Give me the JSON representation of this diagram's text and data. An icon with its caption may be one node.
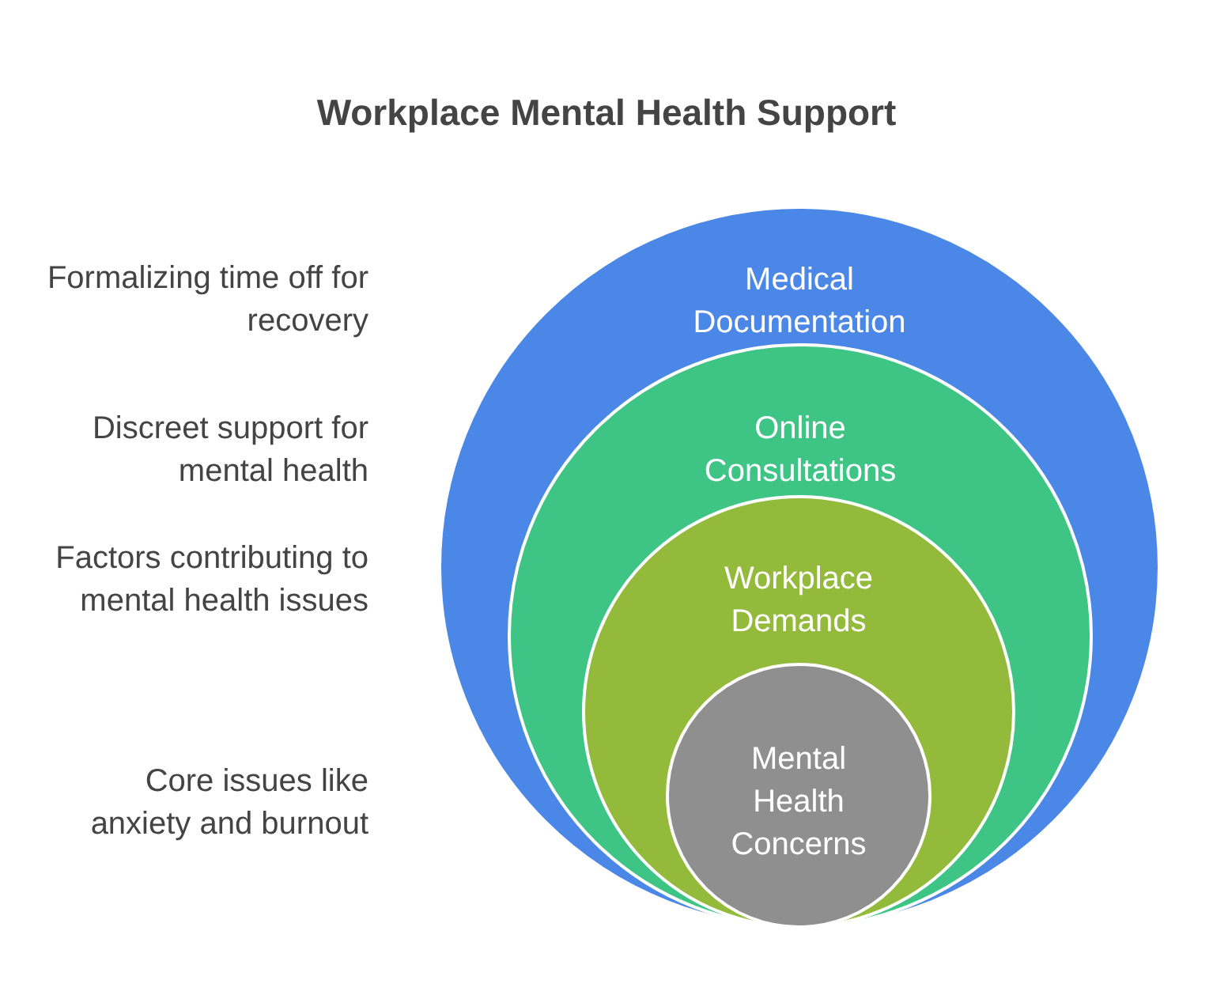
{
  "diagram": {
    "title": "Workplace Mental Health Support",
    "nodes": [
      {
        "text": [
          "Medical Documentation"
        ]
      },
      {
        "text": [
          "Online Consultations"
        ],
        "in": 0
      },
      {
        "text": [
          "Workplace Demands"
        ],
        "in": 1
      },
      {
        "text": [
          "Mental Health Concerns"
        ],
        "in": 2
      }
    ],
    "labels": [
      "Formalizing time off for recovery",
      "Discreet support for mental health",
      "Factors contributing to mental health issues",
      "Core issues like anxiety and burnout"
    ]
  }
}
